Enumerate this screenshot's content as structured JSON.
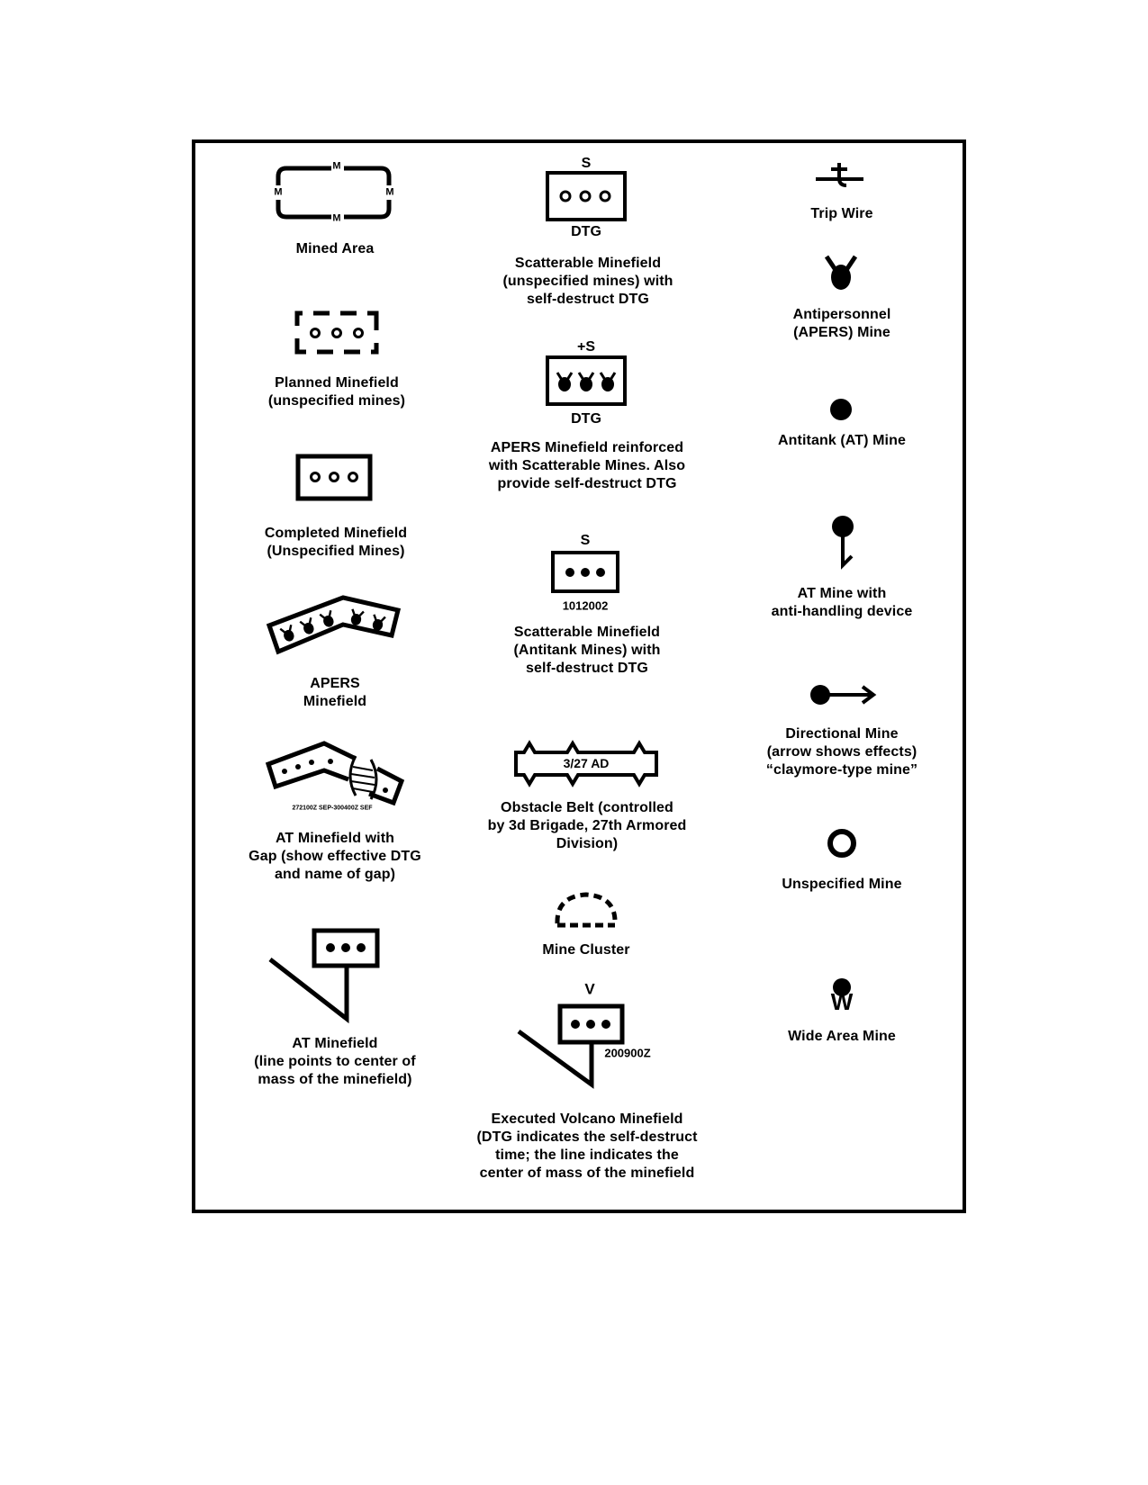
{
  "symbols": {
    "mined_area": {
      "caption": "Mined Area",
      "marker": "M"
    },
    "planned_minefield": {
      "caption": "Planned Minefield\n(unspecified mines)"
    },
    "completed_minefield": {
      "caption": "Completed Minefield\n(Unspecified Mines)"
    },
    "apers_minefield": {
      "caption": "APERS\nMinefield"
    },
    "at_minefield_gap": {
      "caption": "AT Minefield with\nGap (show effective DTG\nand name of gap)",
      "dtg": "272100Z SEP-300400Z SEF"
    },
    "at_minefield": {
      "caption": "AT Minefield\n(line points to center of\nmass of the minefield)"
    },
    "scatterable_minefield": {
      "caption": "Scatterable Minefield\n(unspecified mines) with\nself-destruct DTG",
      "top": "S",
      "bottom": "DTG"
    },
    "apers_reinforced": {
      "caption": "APERS Minefield reinforced\nwith Scatterable Mines.  Also\nprovide self-destruct DTG",
      "top": "+S",
      "bottom": "DTG"
    },
    "scatterable_at": {
      "caption": "Scatterable Minefield\n(Antitank Mines) with\nself-destruct DTG",
      "top": "S",
      "bottom": "1012002"
    },
    "obstacle_belt": {
      "caption": "Obstacle Belt (controlled\nby 3d Brigade, 27th Armored\nDivision)",
      "unit": "3/27 AD"
    },
    "mine_cluster": {
      "caption": "Mine Cluster"
    },
    "volcano_minefield": {
      "caption": "Executed Volcano Minefield\n(DTG indicates the self-destruct\ntime; the line indicates the\ncenter of mass of the minefield",
      "top": "V",
      "dtg": "200900Z"
    },
    "trip_wire": {
      "caption": "Trip Wire"
    },
    "apers_mine": {
      "caption": "Antipersonnel\n(APERS) Mine"
    },
    "at_mine": {
      "caption": "Antitank (AT) Mine"
    },
    "at_mine_antihandling": {
      "caption": "AT Mine with\nanti-handling device"
    },
    "directional_mine": {
      "caption": "Directional Mine\n(arrow shows effects)\n“claymore-type mine”"
    },
    "unspecified_mine": {
      "caption": "Unspecified Mine"
    },
    "wide_area_mine": {
      "caption": "Wide Area Mine",
      "marker": "W"
    }
  }
}
